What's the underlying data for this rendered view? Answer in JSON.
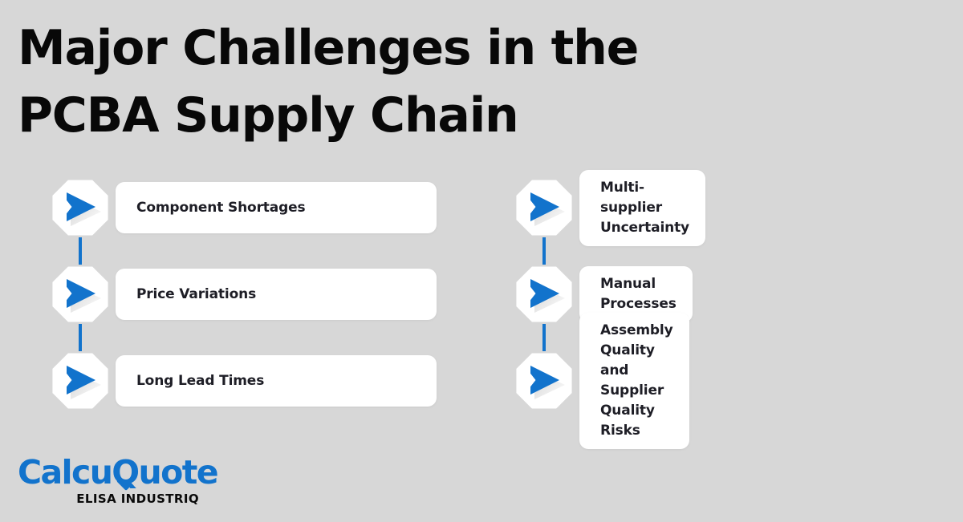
{
  "title": {
    "line1": "Major Challenges in the",
    "line2": "PCBA Supply Chain"
  },
  "colors": {
    "background": "#d7d7d7",
    "accent_blue": "#1273cc",
    "card_background": "#ffffff",
    "card_text": "#1e1e26",
    "title_text": "#080808"
  },
  "columns": [
    {
      "name": "left-column",
      "items": [
        {
          "label": "Component Shortages",
          "icon": "arrow-right-icon"
        },
        {
          "label": "Price Variations",
          "icon": "arrow-right-icon"
        },
        {
          "label": "Long Lead Times",
          "icon": "arrow-right-icon"
        }
      ]
    },
    {
      "name": "right-column",
      "items": [
        {
          "label": "Multi-supplier Uncertainty",
          "icon": "arrow-right-icon"
        },
        {
          "label": "Manual Processes",
          "icon": "arrow-right-icon"
        },
        {
          "label": "Assembly Quality and Supplier Quality Risks",
          "icon": "arrow-right-icon"
        }
      ]
    }
  ],
  "logo": {
    "wordmark": "CalcuQuote",
    "tagline": "ELISA INDUSTRIQ"
  }
}
